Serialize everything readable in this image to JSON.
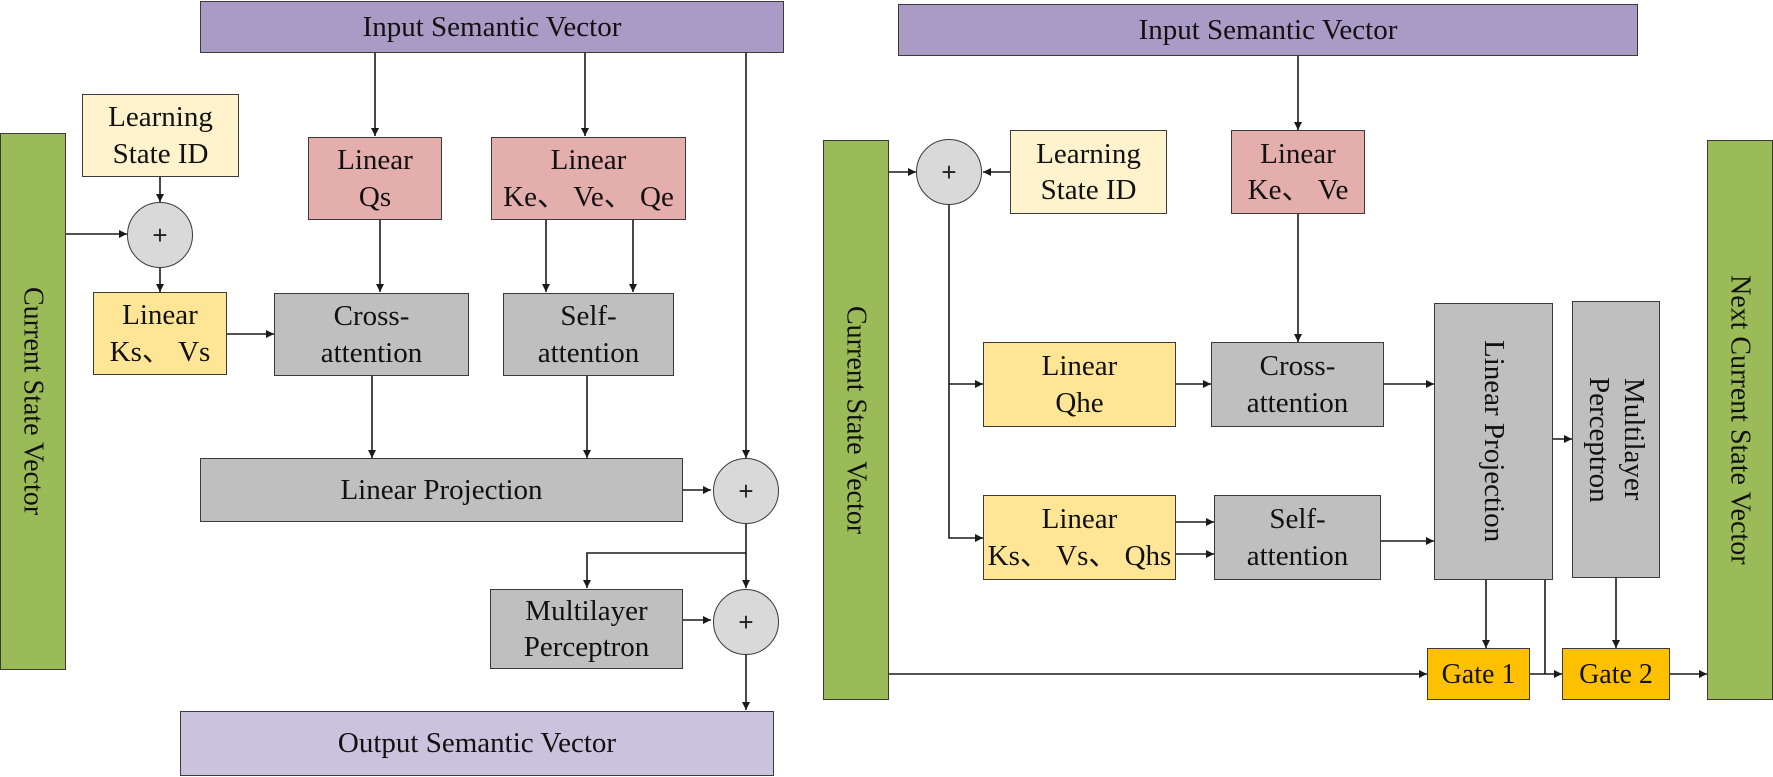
{
  "left": {
    "input_vector": "Input Semantic Vector",
    "current_state": "Current State Vector",
    "learning_state": [
      "Learning",
      "State ID"
    ],
    "linear_qs": [
      "Linear",
      "Qs"
    ],
    "linear_keveqe": [
      "Linear",
      "Ke、 Ve、 Qe"
    ],
    "linear_ksvs": [
      "Linear",
      "Ks、 Vs"
    ],
    "cross_attention": [
      "Cross-",
      "attention"
    ],
    "self_attention": [
      "Self-",
      "attention"
    ],
    "linear_projection": "Linear Projection",
    "mlp": [
      "Multilayer",
      "Perceptron"
    ],
    "output_vector": "Output Semantic Vector",
    "plus": "+"
  },
  "right": {
    "input_vector": "Input Semantic Vector",
    "current_state": "Current State Vector",
    "learning_state": [
      "Learning",
      "State ID"
    ],
    "linear_keve": [
      "Linear",
      "Ke、 Ve"
    ],
    "linear_qhe": [
      "Linear",
      "Qhe"
    ],
    "linear_ksvsqhs": [
      "Linear",
      "Ks、 Vs、 Qhs"
    ],
    "cross_attention": [
      "Cross-",
      "attention"
    ],
    "self_attention": [
      "Self-",
      "attention"
    ],
    "linear_projection": "Linear Projection",
    "mlp": "Multilayer Perceptron",
    "gate1": "Gate 1",
    "gate2": "Gate 2",
    "next_state": "Next Current State Vector",
    "plus": "+"
  },
  "colors": {
    "purple": "#a99bc6",
    "lavender": "#cbc2de",
    "cream": "#fff3cd",
    "yellow": "#ffe596",
    "pink": "#e4aeac",
    "gray": "#bfbfbf",
    "gold": "#ffc000",
    "green": "#9bbb59"
  }
}
